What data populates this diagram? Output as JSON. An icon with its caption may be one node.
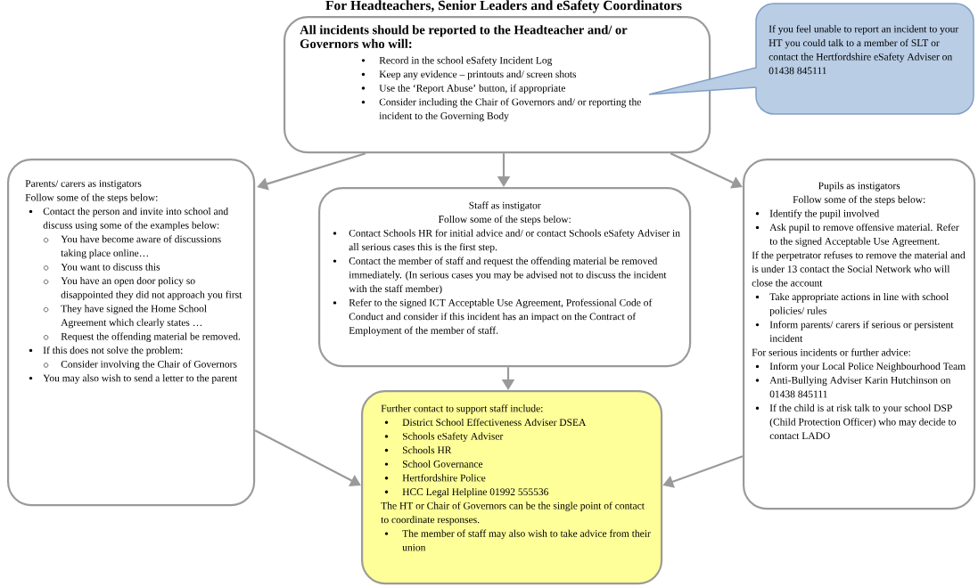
{
  "diagram": {
    "title": "For Headteachers, Senior Leaders and eSafety Coordinators",
    "nodes": [
      {
        "text": [
          "All incidents should be reported to the Headteacher and/ or Governors who will:",
          "Record in the school eSafety Incident Log",
          "Keep any evidence – printouts and/ screen shots",
          "Use the ‘Report Abuse’ button, if appropriate",
          "Consider including the Chair of Governors and/ or reporting the incident to the Governing Body"
        ]
      },
      {
        "text": [
          "If you feel unable to report an incident to your HT you could talk to a member of SLT or contact the Hertfordshire eSafety Adviser on 01438 845111"
        ]
      },
      {
        "text": [
          "Parents/ carers as instigators",
          "Follow some of the steps below:",
          "Contact the person and invite into school and discuss using some of the examples below:",
          "You have become aware of discussions taking place online…",
          "You want to discuss this",
          "You have an open door policy so disappointed they did not approach you first",
          "They have signed the Home School Agreement which clearly states …",
          "Request the offending material be removed.",
          "If this does not solve the problem:",
          "Consider involving the Chair of Governors",
          "You may also wish to send a letter to the parent"
        ]
      },
      {
        "text": [
          "Staff as instigator",
          "Follow some of the steps below:",
          "Contact Schools HR for initial advice and/ or contact Schools eSafety Adviser in all serious cases this is the first step.",
          "Contact the member of staff and request the offending material be removed immediately.  (In serious cases you may be advised not to discuss the incident with the staff member)",
          "Refer to the signed ICT Acceptable Use Agreement, Professional Code of Conduct and consider if this incident has an impact on the Contract of Employment of the member of staff."
        ]
      },
      {
        "text": [
          "Pupils as instigators",
          "Follow some of the steps below:",
          "Identify the pupil involved",
          "Ask pupil to remove offensive material. Refer to the signed Acceptable Use Agreement.",
          "If the perpetrator refuses to remove the material and is under 13 contact the Social Network who will close the account",
          "Take appropriate actions in line with school policies/ rules",
          "Inform parents/ carers if serious or persistent incident",
          "For serious incidents or further advice:",
          "Inform your Local Police Neighbourhood Team",
          "Anti-Bullying Adviser Karin Hutchinson on 01438 845111",
          "If the child is at risk talk to your school DSP (Child Protection Officer) who may decide to contact LADO"
        ]
      },
      {
        "text": [
          "Further contact to support staff include:",
          "District School Effectiveness Adviser DSEA",
          "Schools eSafety Adviser",
          "Schools HR",
          "School Governance",
          "Hertfordshire Police",
          "HCC Legal Helpline 01992 555536",
          "The HT or Chair of Governors can be the single point of contact to coordinate responses.",
          "The member of staff may also wish to take advice from their union"
        ]
      }
    ],
    "edges": [
      {
        "from": 0,
        "to": 2,
        "arrow": "to"
      },
      {
        "from": 0,
        "to": 3,
        "arrow": "to"
      },
      {
        "from": 0,
        "to": 4,
        "arrow": "to"
      },
      {
        "from": 3,
        "to": 5,
        "arrow": "to"
      },
      {
        "from": 2,
        "to": 5,
        "arrow": "to"
      },
      {
        "from": 4,
        "to": 5,
        "arrow": "to"
      }
    ]
  }
}
